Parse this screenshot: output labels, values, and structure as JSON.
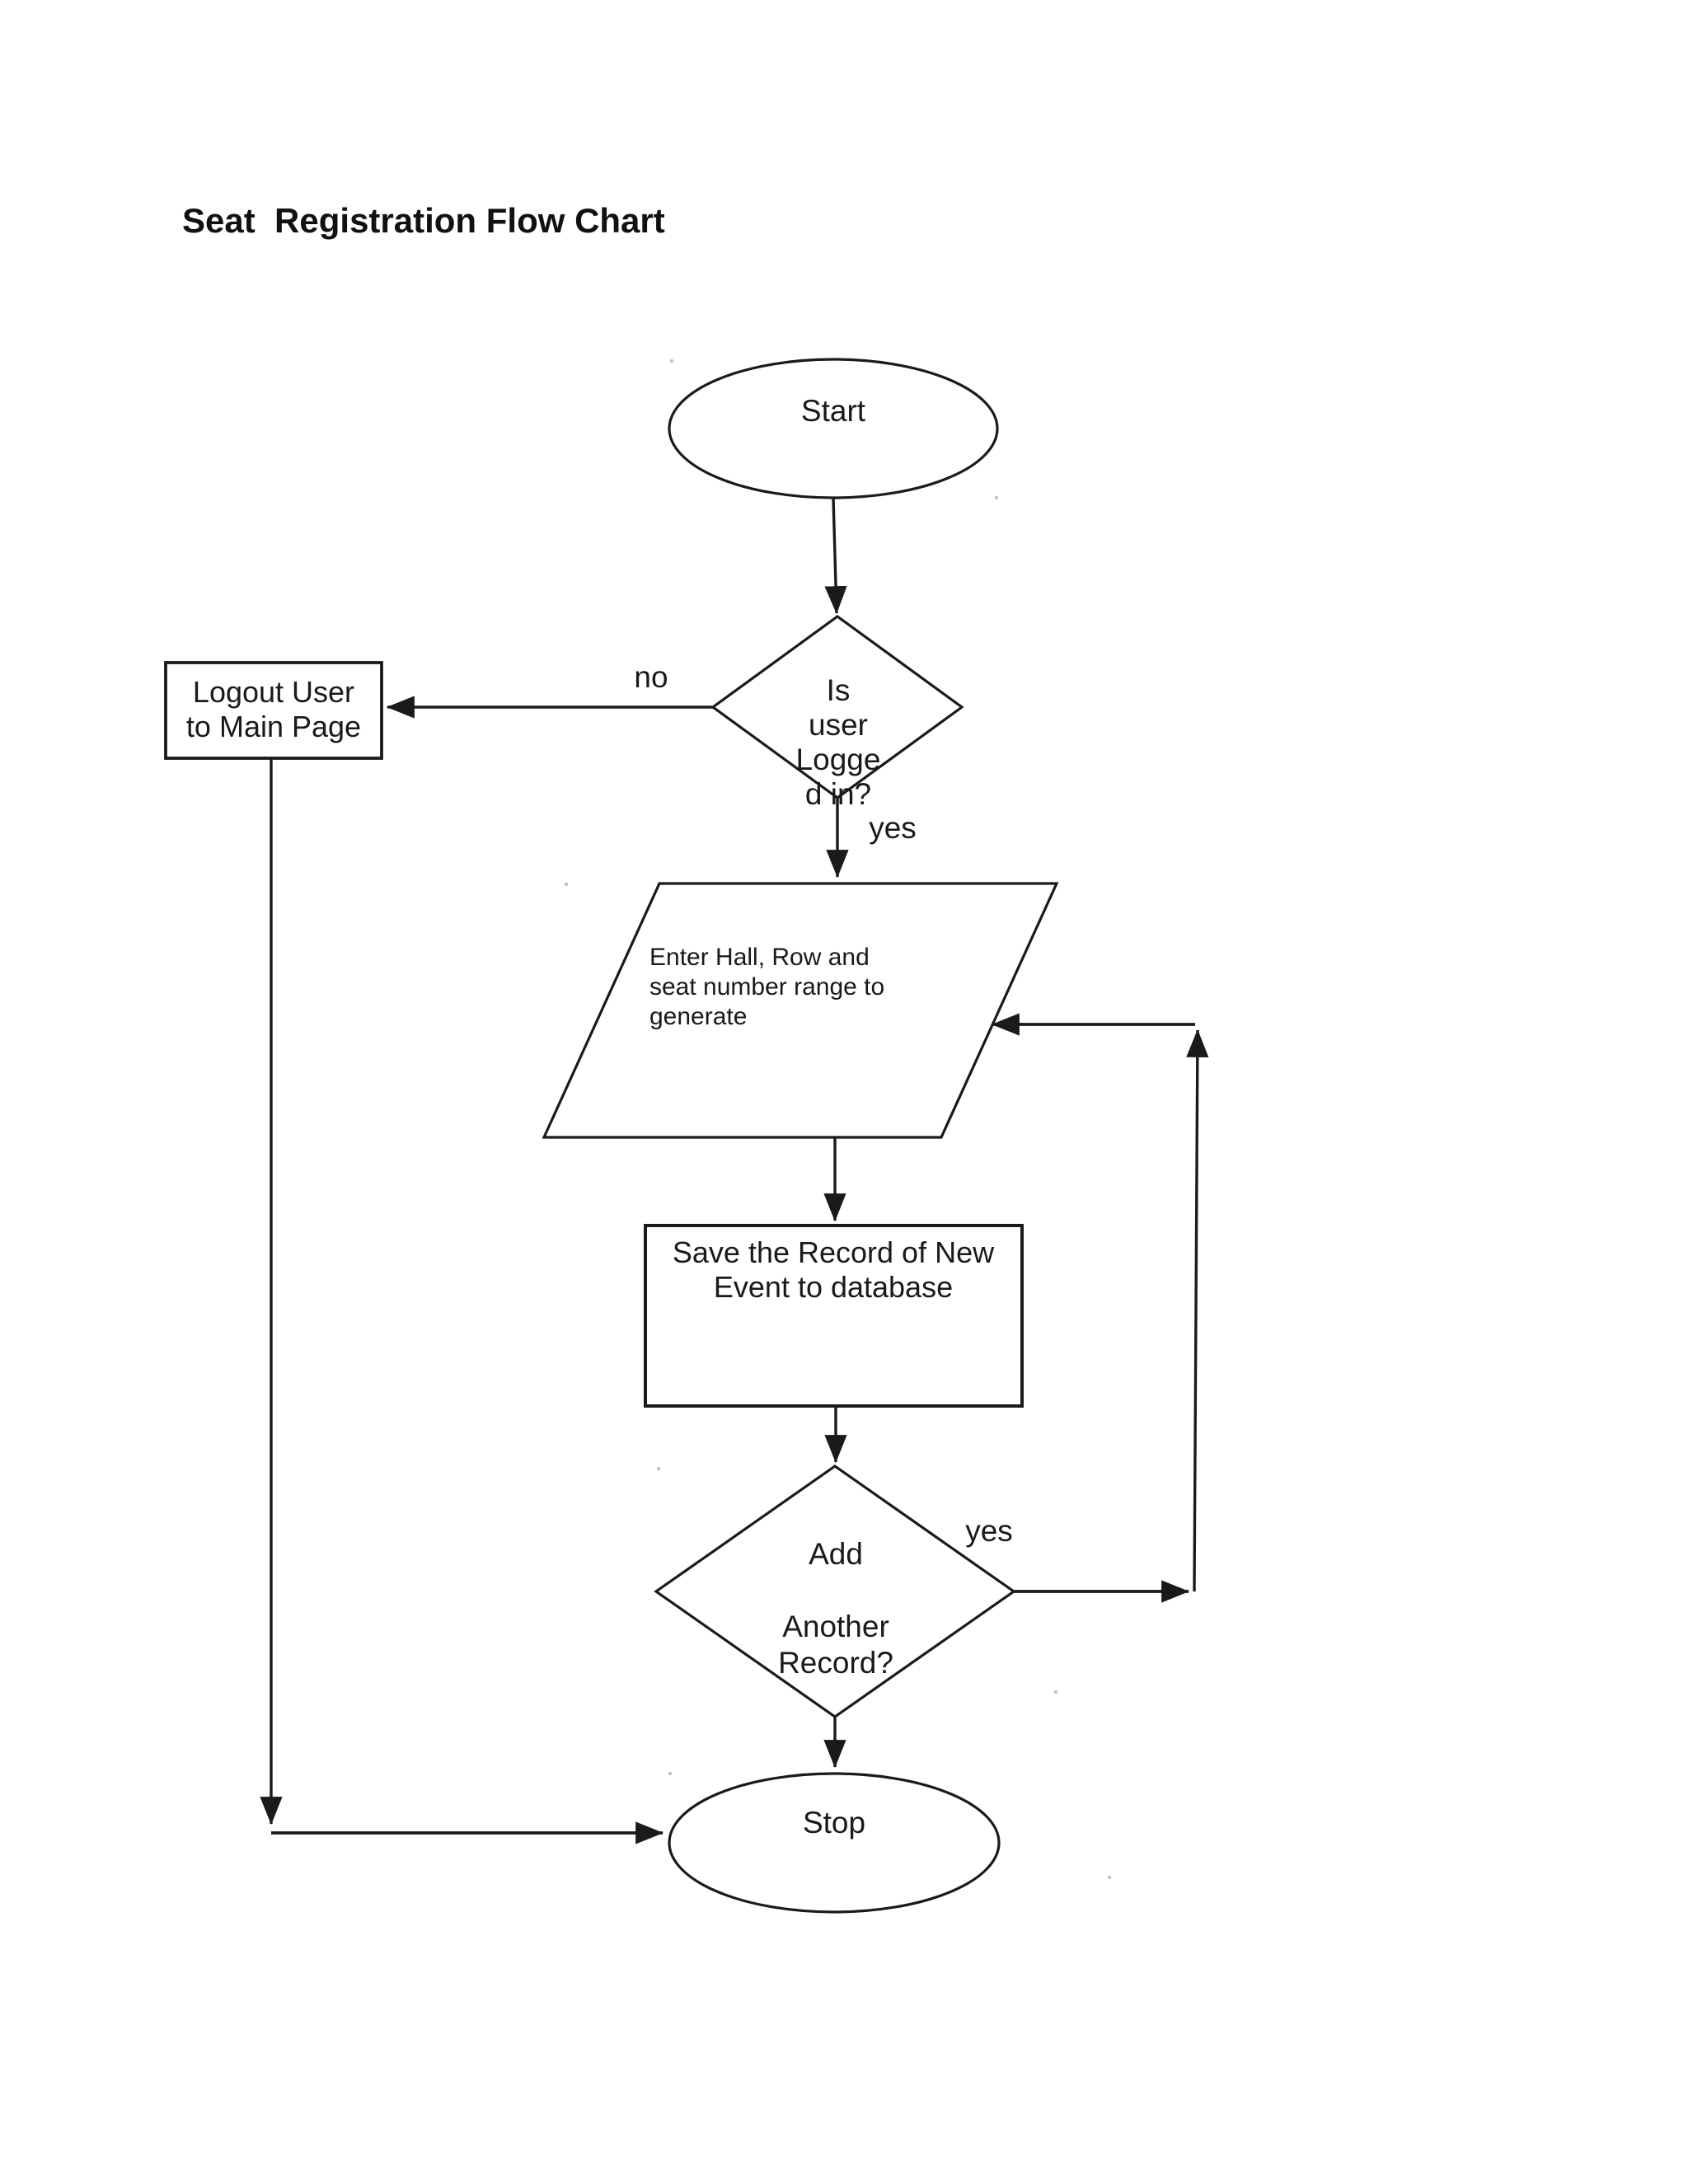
{
  "title": "Seat  Registration Flow Chart",
  "flowchart": {
    "nodes": {
      "start": {
        "type": "terminator",
        "label": "Start"
      },
      "login_check": {
        "type": "decision",
        "label": "Is\nuser\nLogge\nd in?"
      },
      "logout": {
        "type": "process",
        "label": "Logout User\nto Main Page"
      },
      "enter_range": {
        "type": "input",
        "label": "Enter Hall, Row and\nseat number range to\ngenerate"
      },
      "save_record": {
        "type": "process",
        "label": "Save the Record of New\nEvent to database"
      },
      "add_another": {
        "type": "decision",
        "label": "Add\n\nAnother\nRecord?"
      },
      "stop": {
        "type": "terminator",
        "label": "Stop"
      }
    },
    "edge_labels": {
      "no_login": "no",
      "yes_login": "yes",
      "yes_add": "yes"
    }
  },
  "colors": {
    "ink": "#1a1a1a",
    "background": "#ffffff"
  }
}
